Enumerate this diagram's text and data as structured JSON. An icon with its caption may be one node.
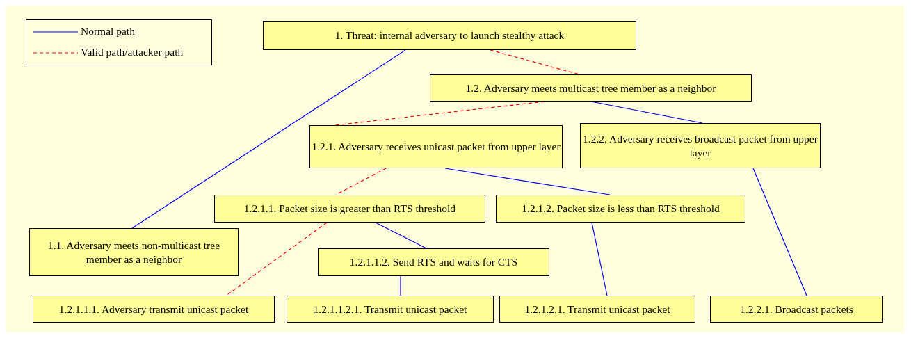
{
  "diagram": {
    "nodes": [
      {
        "text": [
          "1. Threat: internal adversary to launch stealthy attack"
        ]
      },
      {
        "text": [
          "1.2. Adversary meets multicast tree member as a neighbor"
        ]
      },
      {
        "text": [
          "1.2.1. Adversary receives unicast packet from upper layer"
        ]
      },
      {
        "text": [
          "1.2.2. Adversary receives broadcast packet from upper layer"
        ]
      },
      {
        "text": [
          "1.2.1.1. Packet size is greater than RTS threshold"
        ]
      },
      {
        "text": [
          "1.2.1.2. Packet size is less than RTS threshold"
        ]
      },
      {
        "text": [
          "1.1. Adversary meets non-multicast tree member as a neighbor"
        ]
      },
      {
        "text": [
          "1.2.1.1.2. Send RTS and waits for CTS"
        ]
      },
      {
        "text": [
          "1.2.1.1.1. Adversary transmit unicast packet"
        ]
      },
      {
        "text": [
          "1.2.1.1.2.1. Transmit unicast packet"
        ]
      },
      {
        "text": [
          "1.2.1.2.1. Transmit unicast packet"
        ]
      },
      {
        "text": [
          "1.2.2.1. Broadcast packets"
        ]
      }
    ],
    "edges": [
      {
        "from": 0,
        "to": 6,
        "arrow": "none"
      },
      {
        "from": 0,
        "to": 1,
        "arrow": "none",
        "style": "dashed",
        "color": "#ff0000"
      },
      {
        "from": 1,
        "to": 2,
        "arrow": "none",
        "style": "dashed",
        "color": "#ff0000"
      },
      {
        "from": 1,
        "to": 3,
        "arrow": "none"
      },
      {
        "from": 2,
        "to": 4,
        "arrow": "none",
        "style": "dashed",
        "color": "#ff0000"
      },
      {
        "from": 2,
        "to": 5,
        "arrow": "none"
      },
      {
        "from": 3,
        "to": 11,
        "arrow": "none"
      },
      {
        "from": 4,
        "to": 8,
        "arrow": "none",
        "style": "dashed",
        "color": "#ff0000"
      },
      {
        "from": 4,
        "to": 7,
        "arrow": "none"
      },
      {
        "from": 7,
        "to": 9,
        "arrow": "none"
      },
      {
        "from": 5,
        "to": 10,
        "arrow": "none"
      }
    ],
    "legend": [
      {
        "text": "Normal path"
      },
      {
        "text": "Valid path/attacker path"
      }
    ]
  }
}
